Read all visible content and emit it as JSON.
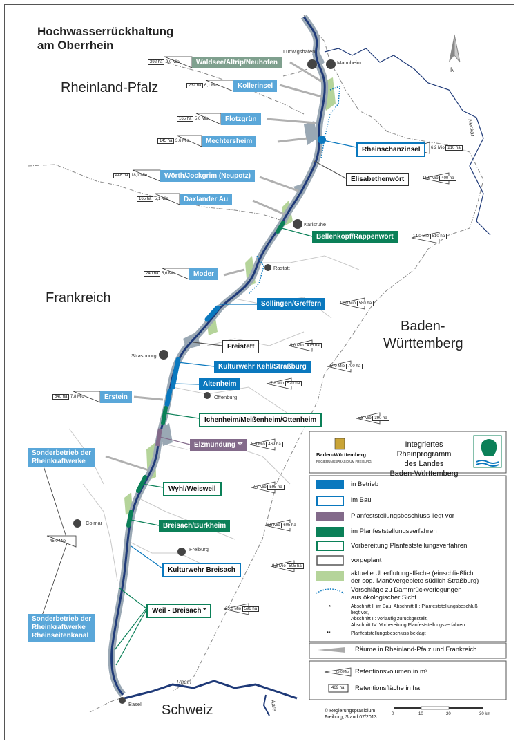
{
  "title": {
    "line1": "Hochwasserrückhaltung",
    "line2": "am Oberrhein"
  },
  "regions": {
    "rlp": "Rheinland-Pfalz",
    "fr": "Frankreich",
    "bw1": "Baden-",
    "bw2": "Württemberg",
    "ch": "Schweiz"
  },
  "cities": {
    "ludwigshafen": "Ludwigshafen",
    "mannheim": "Mannheim",
    "karlsruhe": "Karlsruhe",
    "rastatt": "Rastatt",
    "strasbourg": "Strasbourg",
    "offenburg": "Offenburg",
    "colmar": "Colmar",
    "freiburg": "Freiburg",
    "basel": "Basel"
  },
  "rivers": {
    "neckar": "Neckar",
    "rhein": "Rhein",
    "aare": "Aare"
  },
  "sites": {
    "waldsee": {
      "name": "Waldsee/Altrip/Neuhofen",
      "vol": "9,0 Mio",
      "area": "292 ha"
    },
    "kollerinsel": {
      "name": "Kollerinsel",
      "vol": "6,1 Mio",
      "area": "232 ha"
    },
    "flotzgruen": {
      "name": "Flotzgrün",
      "vol": "5,0 Mio",
      "area": "165 ha"
    },
    "mechtersheim": {
      "name": "Mechtersheim",
      "vol": "3,6 Mio",
      "area": "145 ha"
    },
    "woerth": {
      "name": "Wörth/Jockgrim (Neupotz)",
      "vol": "18,1 Mio",
      "area": "448 ha"
    },
    "daxlander": {
      "name": "Daxlander Au",
      "vol": "5,1 Mio",
      "area": "165 ha"
    },
    "moder": {
      "name": "Moder",
      "vol": "5,6 Mio",
      "area": "240 ha"
    },
    "erstein": {
      "name": "Erstein",
      "vol": "7,8 Mio",
      "area": "540 ha"
    },
    "rheinschanzinsel": {
      "name": "Rheinschanzinsel",
      "vol": "6,2 Mio",
      "area": "210 ha"
    },
    "elisabethenwoert": {
      "name": "Elisabethenwört",
      "vol": "11,9 Mio",
      "area": "400 ha"
    },
    "bellenkopf": {
      "name": "Bellenkopf/Rappenwört",
      "vol": "14,0 Mio",
      "area": "510 ha"
    },
    "soellingen": {
      "name": "Söllingen/Greffern",
      "vol": "12,0 Mio",
      "area": "580 ha"
    },
    "freistett": {
      "name": "Freistett",
      "vol": "9,0 Mio",
      "area": "475 ha"
    },
    "kehl": {
      "name": "Kulturwehr Kehl/Straßburg",
      "vol": "37,0 Mio",
      "area": "700 ha"
    },
    "altenheim": {
      "name": "Altenheim",
      "vol": "17,6 Mio",
      "area": "520 ha"
    },
    "ichenheim": {
      "name": "Ichenheim/Meißenheim/Ottenheim",
      "vol": "5,8 Mio",
      "area": "390 ha"
    },
    "elzmuendung": {
      "name": "Elzmündung **",
      "vol": "5,3 Mio",
      "area": "469 ha"
    },
    "wyhl": {
      "name": "Wyhl/Weisweil",
      "vol": "7,7 Mio",
      "area": "595 ha"
    },
    "breisach": {
      "name": "Breisach/Burkheim",
      "vol": "6,5 Mio",
      "area": "605 ha"
    },
    "kwbreisach": {
      "name": "Kulturwehr Breisach",
      "vol": "9,3 Mio",
      "area": "505 ha"
    },
    "weil": {
      "name": "Weil - Breisach *",
      "vol": "25,0 Mio",
      "area": "596 ha"
    }
  },
  "sonder": {
    "kraftwerke": {
      "line1": "Sonderbetrieb der",
      "line2": "Rheinkraftwerke"
    },
    "seitenkanal": {
      "line1": "Sonderbetrieb der",
      "line2": "Rheinkraftwerke",
      "line3": "Rheinseitenkanal"
    },
    "vol": "45,0 Mio"
  },
  "irp": {
    "line1": "Integriertes Rheinprogramm",
    "line2": "des Landes",
    "line3": "Baden-Württemberg",
    "logo_text": "Baden-Württemberg",
    "logo_sub": "REGIERUNGSPRÄSIDIUM FREIBURG"
  },
  "legend": {
    "in_betrieb": "in Betrieb",
    "im_bau": "im Bau",
    "pfb": "Planfeststellungsbeschluss liegt vor",
    "pfv": "im Planfeststellungsverfahren",
    "vorbereitung": "Vorbereitung Planfeststellungsverfahren",
    "vorgeplant": "vorgeplant",
    "ueberflutung1": "aktuelle Überflutungsfläche (einschließlich",
    "ueberflutung2": "der sog. Manövergebiete südlich Straßburg)",
    "damm1": "Vorschläge zu Dammrückverlegungen",
    "damm2": "aus ökologischer Sicht",
    "star_note1": "Abschnitt I: im Bau, Abschnitt III: Planfeststellungsbeschluß",
    "star_note2": "liegt vor,",
    "star_note3": "Abschnitt II: vorläufig zurückgestellt,",
    "star_note4": "Abschnitt IV: Vorbereitung Planfeststellungsverfahren",
    "dstar_note": "Planfeststellungsbeschluss beklagt",
    "star": "*",
    "dstar": "**",
    "raeume": "Räume in Rheinland-Pfalz und Frankreich",
    "ret_vol_sample": "25,0 Mio",
    "ret_vol": "Retentionsvolumen in m³",
    "ret_area_sample": "469 ha",
    "ret_area": "Retentionsfläche in ha"
  },
  "scale": {
    "t0": "0",
    "t10": "10",
    "t20": "20",
    "t30": "30 km"
  },
  "credit": {
    "line1": "© Regierungspräsidium",
    "line2": "Freiburg, Stand 07/2013"
  },
  "colors": {
    "in_betrieb": "#0a78be",
    "planfeststellungsbeschluss": "#836a8a",
    "planfeststellungsverfahren": "#0b8058",
    "flood": "#b5d49a",
    "rlp_fr": "#9aa8b4",
    "river": "#1f3a78"
  }
}
